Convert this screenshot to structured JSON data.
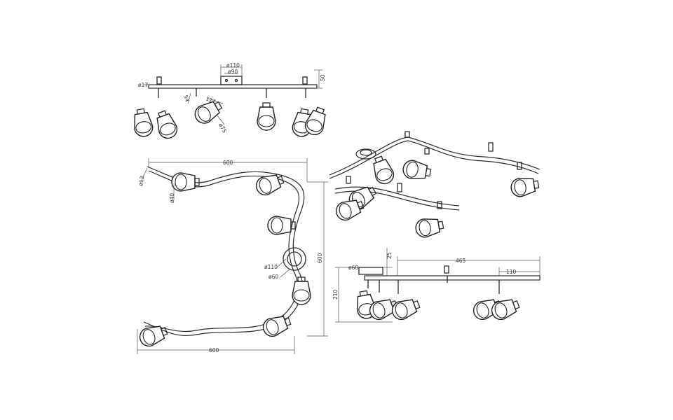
{
  "views": {
    "front": {
      "dims": [
        "ø110",
        "ø90",
        "50",
        "ø17",
        "54",
        "127",
        "ø75"
      ]
    },
    "top": {
      "dims": [
        "600",
        "ø13",
        "ø40",
        "ø110",
        "ø60",
        "600",
        "600"
      ]
    },
    "side": {
      "dims": [
        "25",
        "465",
        "ø60",
        "110",
        "210"
      ]
    }
  }
}
